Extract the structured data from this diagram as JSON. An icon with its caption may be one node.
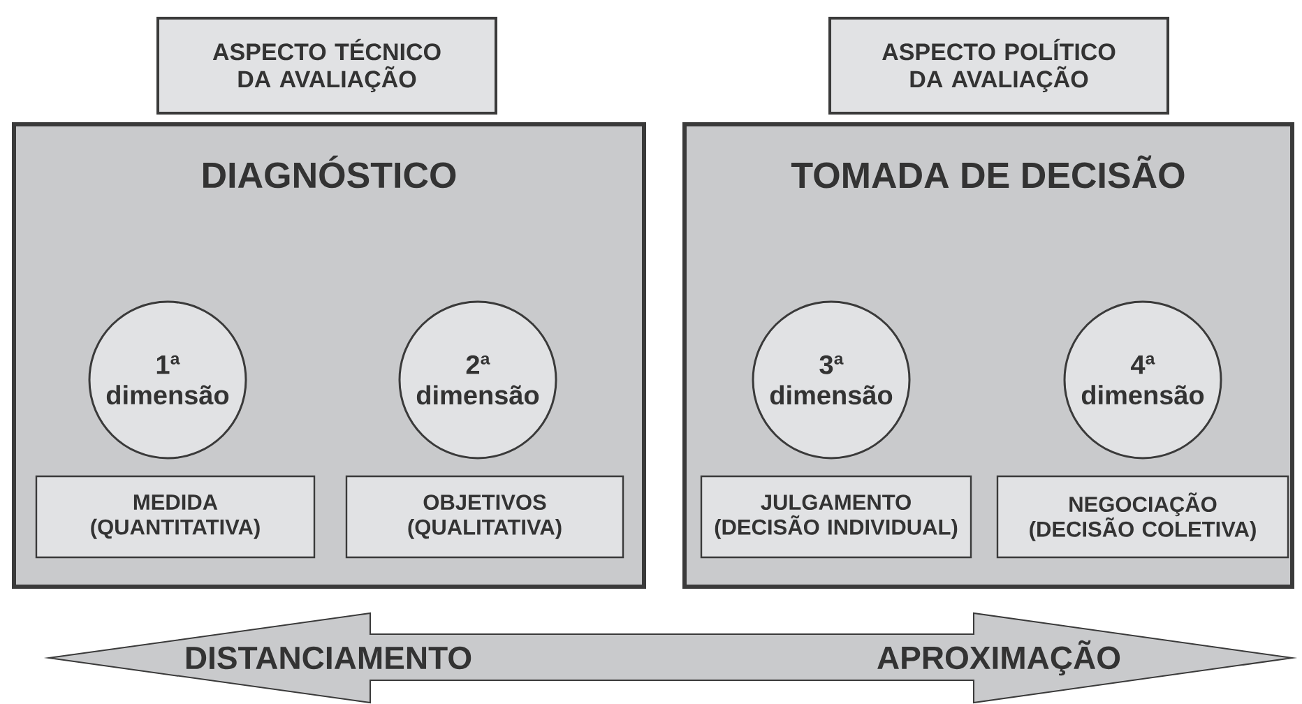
{
  "diagram": {
    "nodes": [
      {
        "text": [
          "ASPECTO TÉCNICO DA AVALIAÇÃO"
        ]
      },
      {
        "text": [
          "ASPECTO POLÍTICO DA AVALIAÇÃO"
        ]
      },
      {
        "text": [
          "DIAGNÓSTICO"
        ]
      },
      {
        "text": [
          "1ª dimensão"
        ],
        "in": 2
      },
      {
        "text": [
          "2ª dimensão"
        ],
        "in": 2
      },
      {
        "text": [
          "MEDIDA (QUANTITATIVA)"
        ],
        "in": 2
      },
      {
        "text": [
          "OBJETIVOS (QUALITATIVA)"
        ],
        "in": 2
      },
      {
        "text": [
          "TOMADA DE DECISÃO"
        ]
      },
      {
        "text": [
          "3ª dimensão"
        ],
        "in": 7
      },
      {
        "text": [
          "4ª dimensão"
        ],
        "in": 7
      },
      {
        "text": [
          "JULGAMENTO (DECISÃO INDIVIDUAL)"
        ],
        "in": 7
      },
      {
        "text": [
          "NEGOCIAÇÃO (DECISÃO COLETIVA)"
        ],
        "in": 7
      },
      {
        "text": [
          "DISTANCIAMENTO",
          "APROXIMAÇÃO"
        ]
      }
    ]
  }
}
